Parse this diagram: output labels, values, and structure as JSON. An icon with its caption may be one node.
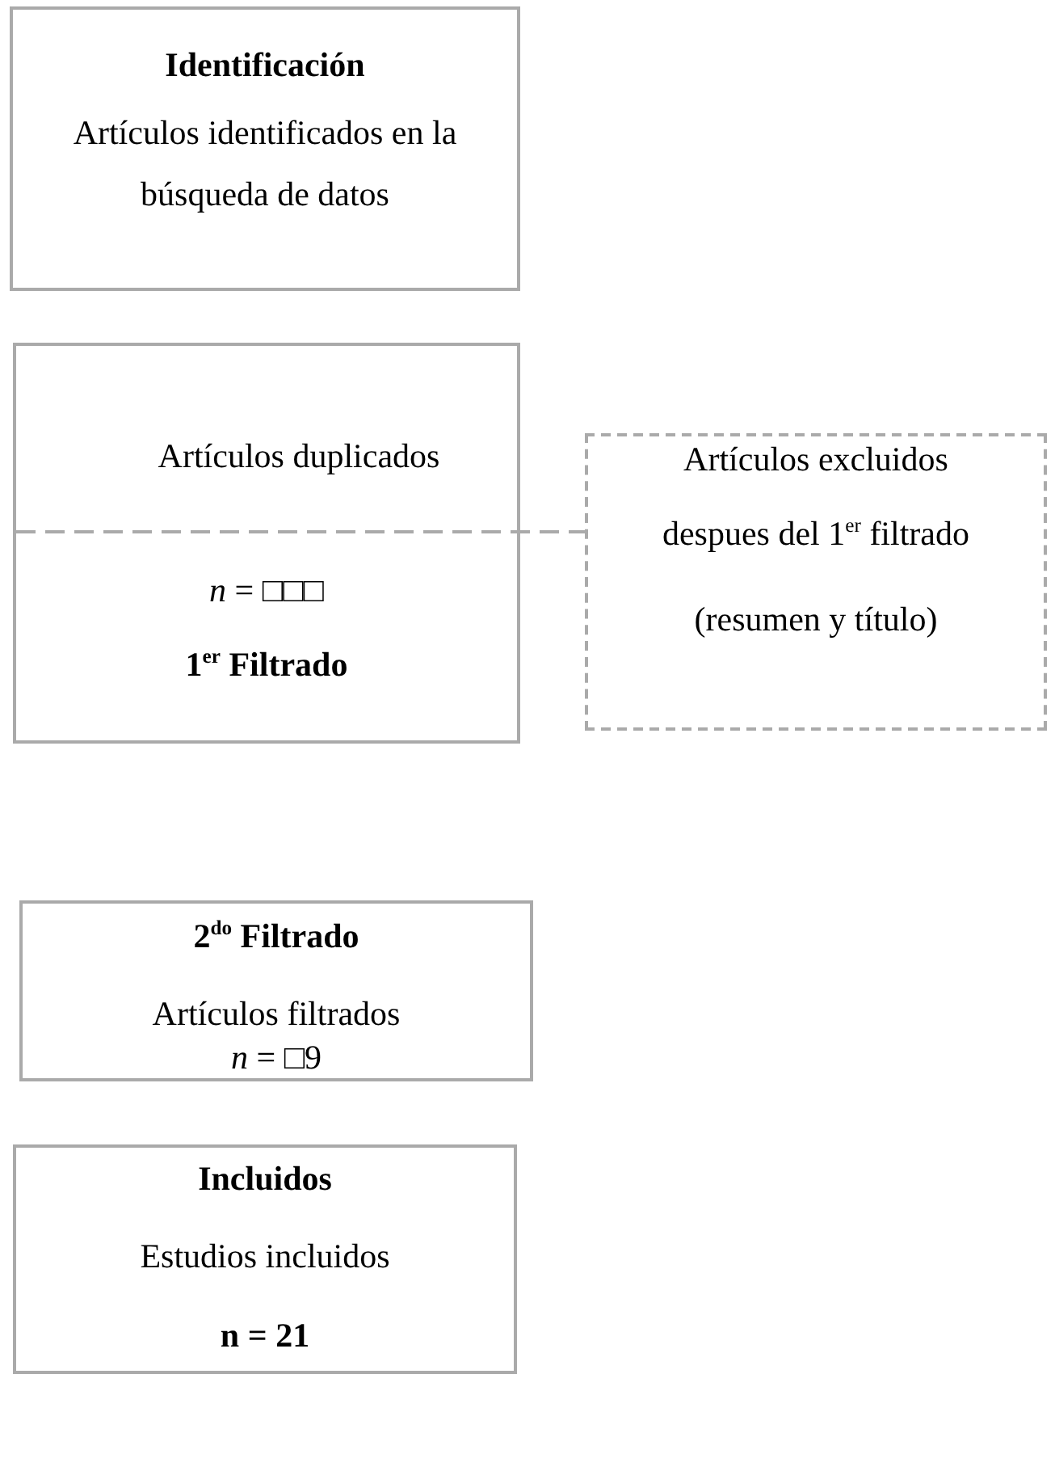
{
  "diagram": {
    "nodes": [
      {
        "text": [
          "Identificación",
          "Artículos identificados en la búsqueda de datos"
        ]
      },
      {
        "text": [
          "Artículos duplicados",
          "*n* = □□□",
          "1$^{er}$ Filtrado"
        ]
      },
      {
        "text": [
          "Artículos excluidos despues del 1$^{er}$ filtrado",
          "(resumen y título)"
        ]
      },
      {
        "text": [
          "2$^{do}$ Filtrado",
          "Artículos filtrados",
          "*n* = □9"
        ]
      },
      {
        "text": [
          "Incluidos",
          "Estudios incluidos",
          "n = 21"
        ]
      }
    ],
    "edges": [
      {
        "from": 1,
        "to": 2,
        "arrow": "none",
        "style": "dashed"
      }
    ]
  }
}
